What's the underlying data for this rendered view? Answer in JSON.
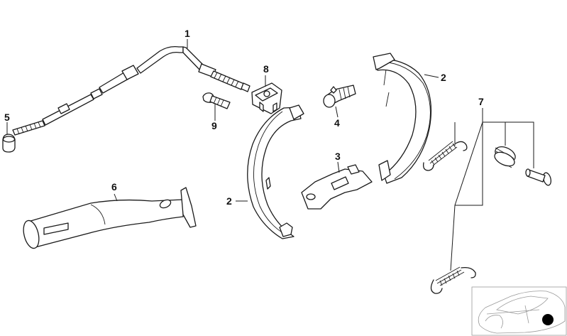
{
  "callouts": {
    "c1": "1",
    "c2a": "2",
    "c2b": "2",
    "c3": "3",
    "c4": "4",
    "c5": "5",
    "c6": "6",
    "c7": "7",
    "c8": "8",
    "c9": "9"
  },
  "colors": {
    "line": "#1a1a1a",
    "background": "#ffffff",
    "inset_frame": "#9a9a9a",
    "marker": "#000000"
  }
}
